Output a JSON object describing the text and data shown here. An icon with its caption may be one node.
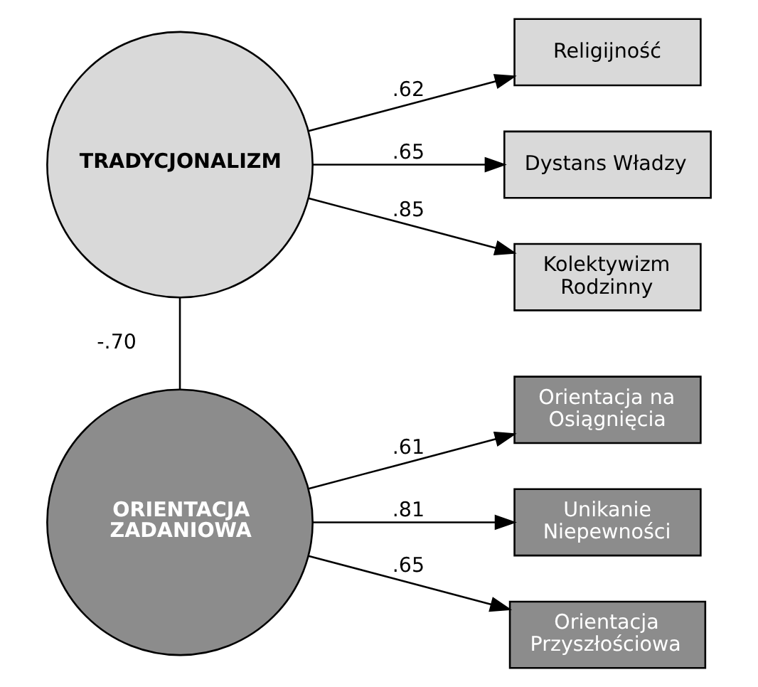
{
  "diagram": {
    "nodes": [
      {
        "text": [
          "TRADYCJONALIZM"
        ]
      },
      {
        "text": [
          "Religijność"
        ]
      },
      {
        "text": [
          "Dystans Władzy"
        ]
      },
      {
        "text": [
          "Kolektywizm Rodzinny"
        ]
      },
      {
        "text": [
          "ORIENTACJA ZADANIOWA"
        ]
      },
      {
        "text": [
          "Orientacja na Osiągnięcia"
        ]
      },
      {
        "text": [
          "Unikanie Niepewności"
        ]
      },
      {
        "text": [
          "Orientacja Przyszłościowa"
        ]
      }
    ],
    "edges": [
      {
        "from": 0,
        "to": 1,
        "arrow": "to",
        "label": ".62"
      },
      {
        "from": 0,
        "to": 2,
        "arrow": "to",
        "label": ".65"
      },
      {
        "from": 0,
        "to": 3,
        "arrow": "to",
        "label": ".85"
      },
      {
        "from": 0,
        "to": 4,
        "arrow": "none",
        "label": "-.70"
      },
      {
        "from": 4,
        "to": 5,
        "arrow": "to",
        "label": ".61"
      },
      {
        "from": 4,
        "to": 6,
        "arrow": "to",
        "label": ".81"
      },
      {
        "from": 4,
        "to": 7,
        "arrow": "to",
        "label": ".65"
      }
    ]
  }
}
